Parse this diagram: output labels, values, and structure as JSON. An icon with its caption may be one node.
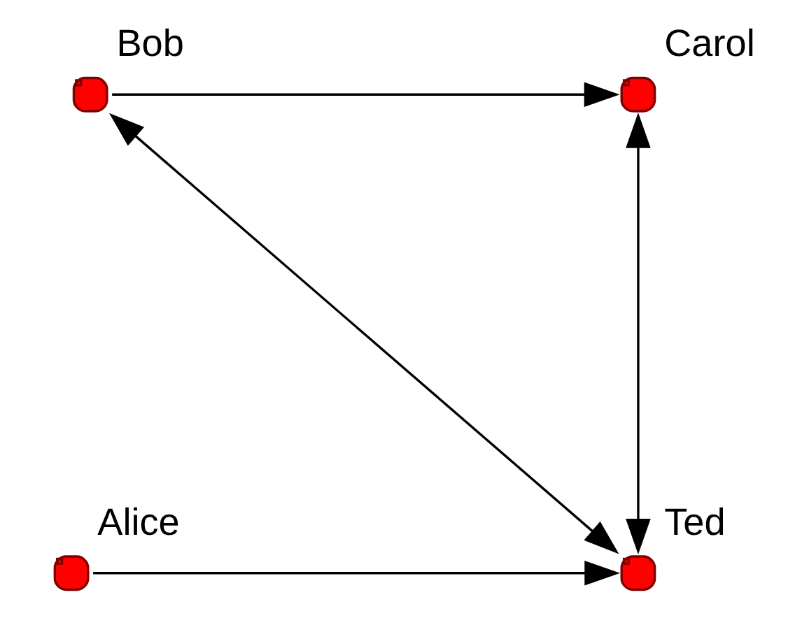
{
  "diagram": {
    "nodes": [
      {
        "text": [
          "Bob"
        ]
      },
      {
        "text": [
          "Carol"
        ]
      },
      {
        "text": [
          "Alice"
        ]
      },
      {
        "text": [
          "Ted"
        ]
      }
    ],
    "edges": [
      {
        "from": 0,
        "to": 1,
        "arrow": "to"
      },
      {
        "from": 0,
        "to": 3,
        "arrow": "both"
      },
      {
        "from": 1,
        "to": 3,
        "arrow": "both"
      },
      {
        "from": 2,
        "to": 3,
        "arrow": "to"
      }
    ]
  }
}
